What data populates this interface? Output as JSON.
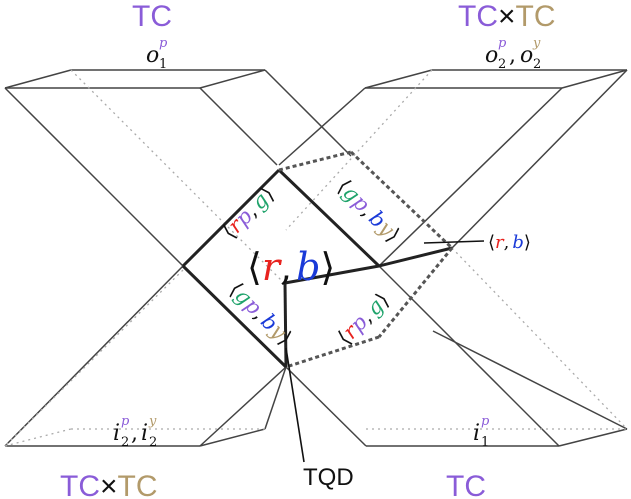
{
  "colors": {
    "purple": "#8a5cd8",
    "tan": "#b29a6a",
    "red": "#e8231f",
    "blue": "#1a3ad8",
    "green": "#1fa36b",
    "black": "#111111"
  },
  "labels": {
    "tc_top_left": "TC",
    "tc_top_right_a": "TC",
    "tc_top_right_times": "×",
    "tc_top_right_b": "TC",
    "tc_bottom_left_a": "TC",
    "tc_bottom_left_times": "×",
    "tc_bottom_left_b": "TC",
    "tc_bottom_right": "TC",
    "tqd": "TQD",
    "o1_base": "o",
    "o1_sub": "1",
    "o1_sup": "p",
    "o2_base": "o",
    "o2_sub": "2",
    "o2_sup_p": "p",
    "o2_sup_y": "y",
    "comma": ",",
    "i2_base": "i",
    "i2_sub": "2",
    "i2_sup_p": "p",
    "i2_sup_y": "y",
    "i1_base": "i",
    "i1_sub": "1",
    "i1_sup": "p",
    "center_open": "⟨",
    "center_r": "r",
    "center_comma": ",",
    "center_b": "b",
    "center_close": "⟩",
    "rp_g_open": "⟨",
    "rp_g_r": "r",
    "rp_g_p": "p",
    "rp_g_comma": ",",
    "rp_g_g": "g",
    "rp_g_close": "⟩",
    "gp_by_open": "⟨",
    "gp_by_g": "g",
    "gp_by_p": "p",
    "gp_by_comma": ",",
    "gp_by_b": "b",
    "gp_by_y": "y",
    "gp_by_close": "⟩",
    "callout_open": "⟨",
    "callout_r": "r",
    "callout_comma": ",",
    "callout_b": "b",
    "callout_close": "⟩"
  }
}
